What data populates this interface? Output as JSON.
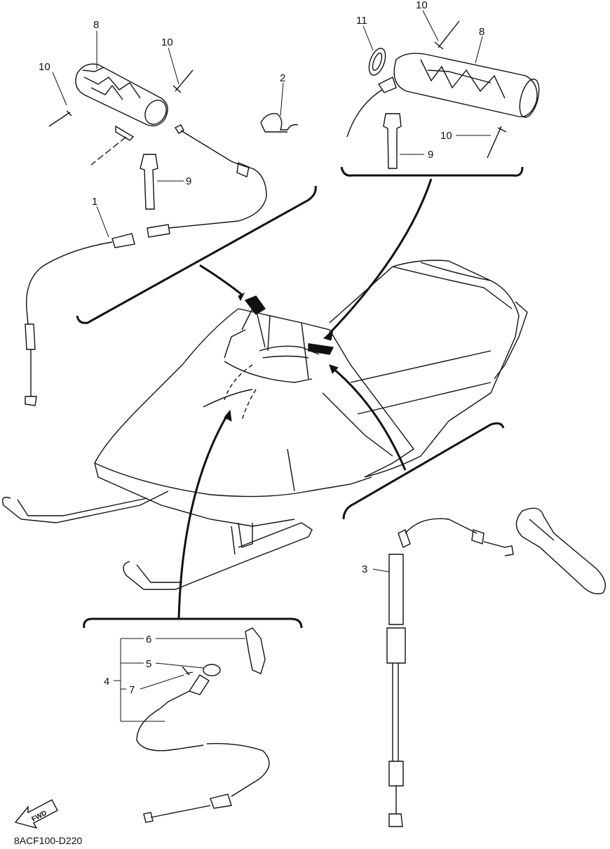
{
  "diagram_code": "8ACF100-D220",
  "fwd_label": "FWD",
  "colors": {
    "ink": "#111111",
    "paper": "#ffffff"
  },
  "callouts": {
    "c1": "1",
    "c2": "2",
    "c3": "3",
    "c4": "4",
    "c5": "5",
    "c6": "6",
    "c7": "7",
    "c8_left": "8",
    "c8_right": "8",
    "c9_left": "9",
    "c9_right": "9",
    "c10_a": "10",
    "c10_b": "10",
    "c10_c": "10",
    "c10_d": "10",
    "c11": "11"
  }
}
